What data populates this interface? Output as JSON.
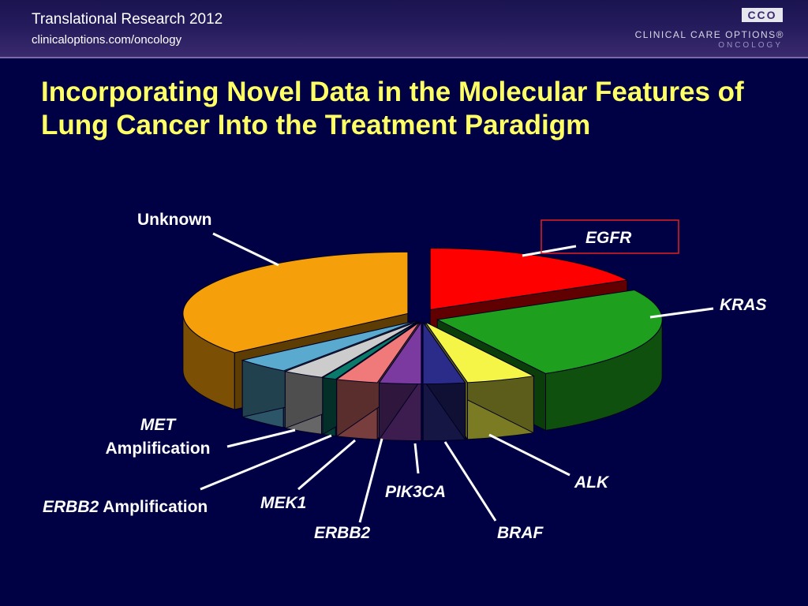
{
  "header": {
    "title": "Translational Research 2012",
    "url": "clinicaloptions.com/oncology",
    "logo_mark": "CCO",
    "logo_text": "CLINICAL CARE OPTIONS®",
    "logo_sub": "ONCOLOGY"
  },
  "slide": {
    "title": "Incorporating Novel Data in the Molecular Features of Lung Cancer Into the Treatment Paradigm"
  },
  "colors": {
    "background": "#000044",
    "title": "#ffff66"
  },
  "chart_data": {
    "type": "pie",
    "title": "",
    "style": "3d-exploded",
    "slices": [
      {
        "name": "EGFR",
        "value": 17,
        "color": "#ff0000",
        "label_italic": true,
        "label_boxed": true
      },
      {
        "name": "KRAS",
        "value": 25,
        "color": "#1ea01e",
        "label_italic": true
      },
      {
        "name": "ALK",
        "value": 5,
        "color": "#f5f548",
        "label_italic": true
      },
      {
        "name": "BRAF",
        "value": 3,
        "color": "#2b2b8a",
        "label_italic": true
      },
      {
        "name": "PIK3CA",
        "value": 3,
        "color": "#7a3aa0",
        "label_italic": true
      },
      {
        "name": "ERBB2",
        "value": 3,
        "color": "#f07a7a",
        "label_italic": true
      },
      {
        "name": "MEK1",
        "value": 1,
        "color": "#0a7a6a",
        "label_italic": true
      },
      {
        "name": "ERBB2 Amplification",
        "label_italic_part": "ERBB2",
        "label_plain_part": " Amplification",
        "value": 3,
        "color": "#cccccc"
      },
      {
        "name": "MET Amplification",
        "label_italic_part": "MET",
        "label_plain_part": "Amplification",
        "value": 4,
        "color": "#5aaad0"
      },
      {
        "name": "Unknown",
        "value": 36,
        "color": "#f5a00a",
        "label_italic": false
      }
    ]
  }
}
